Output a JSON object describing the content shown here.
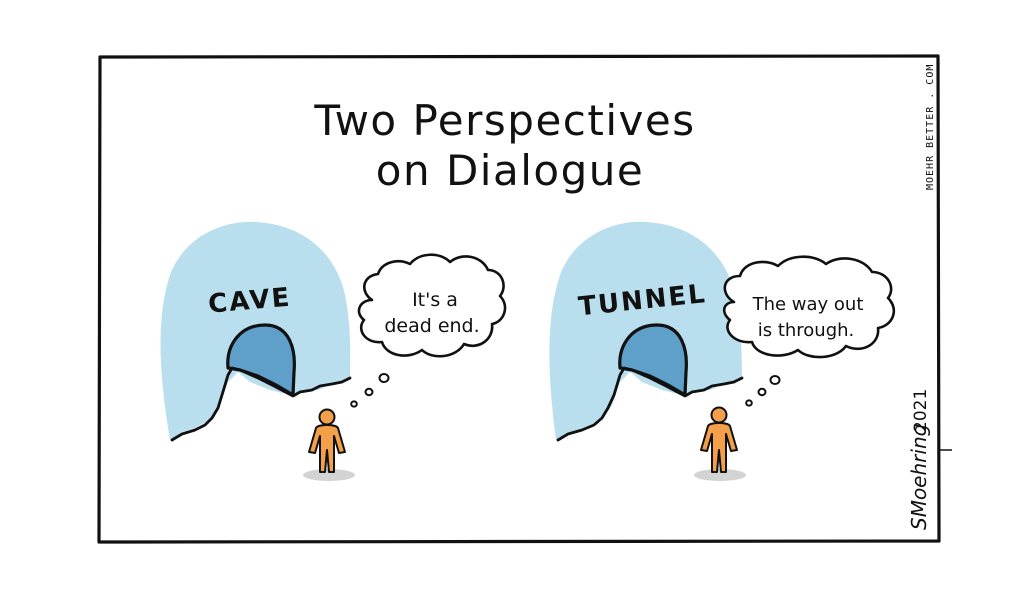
{
  "comic": {
    "title_line1": "Two Perspectives",
    "title_line2": "on Dialogue",
    "website": "MOEHR BETTER . COM",
    "year": "2021",
    "signature": "SMoehring",
    "left_panel": {
      "label": "CAVE",
      "thought_line1": "It's a",
      "thought_line2": "dead end."
    },
    "right_panel": {
      "label": "TUNNEL",
      "thought_line1": "The way out",
      "thought_line2": "is through."
    }
  },
  "colors": {
    "hill": "#b9dfee",
    "opening": "#5ea0c9",
    "person": "#f4a04a",
    "ink": "#111111",
    "shadow": "#c8c8c8"
  }
}
